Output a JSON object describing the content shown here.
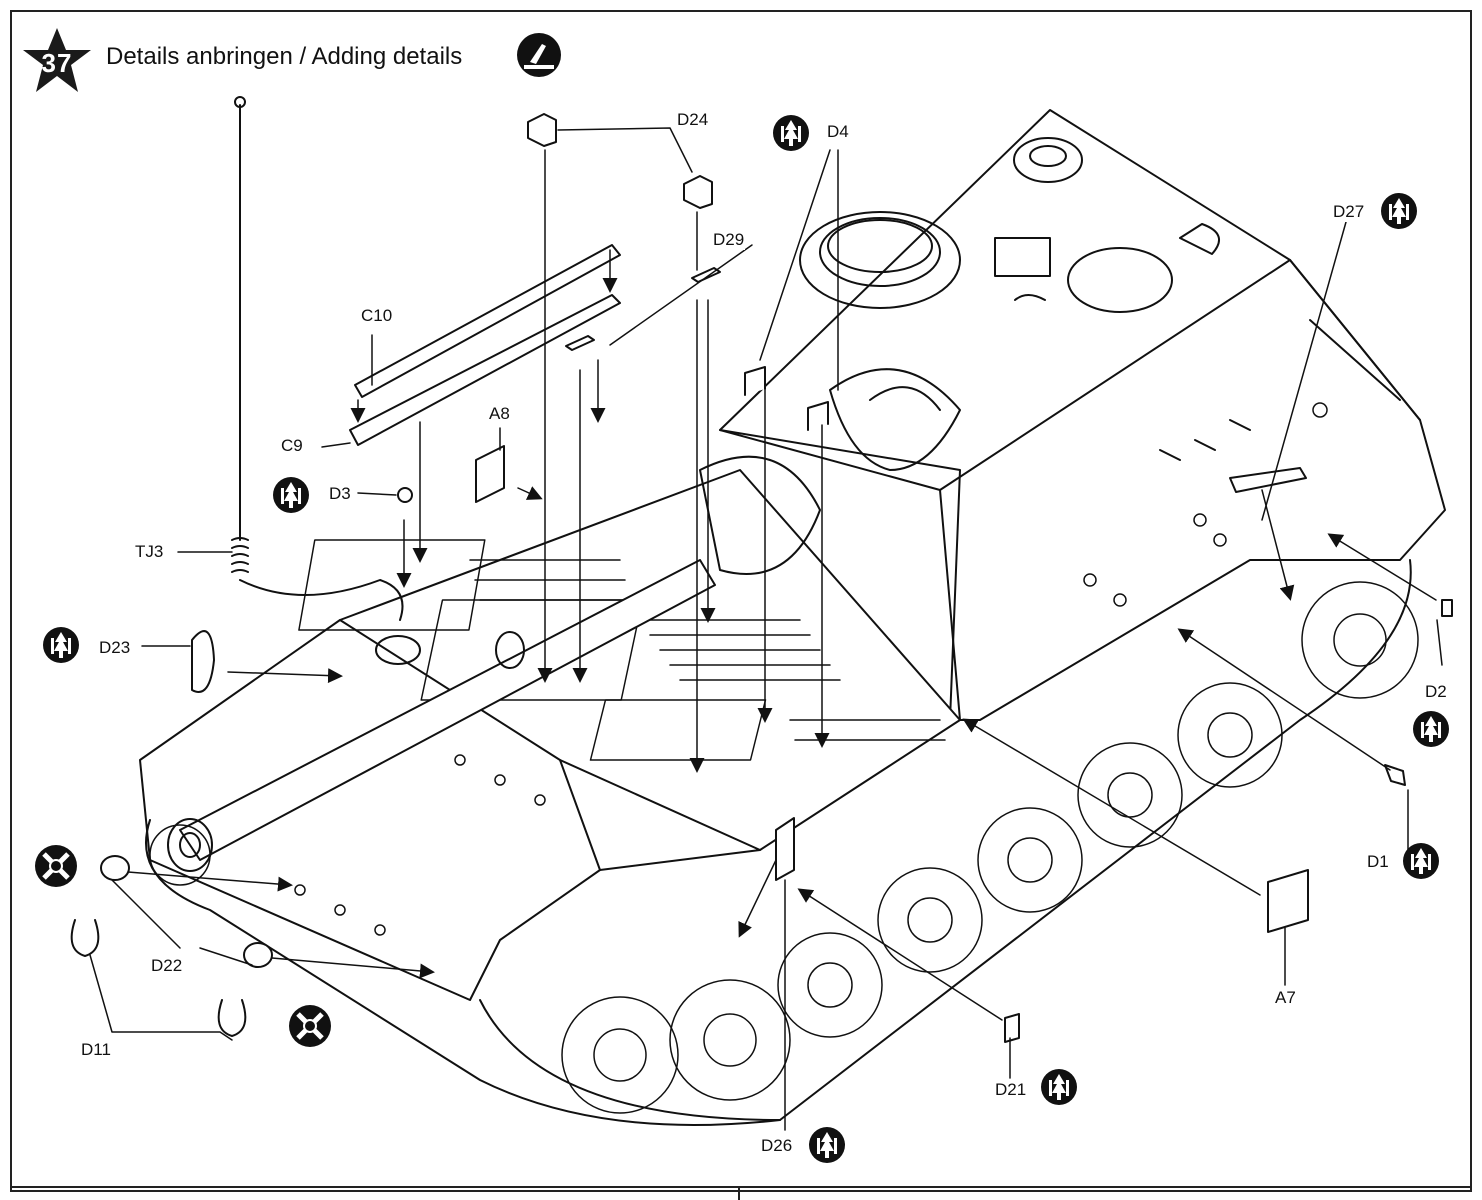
{
  "step": {
    "number": "37",
    "title": "Details anbringen / Adding details"
  },
  "icons": {
    "solvent": "solvent-glue-icon",
    "cement": "cement-tube-icon",
    "no_glue": "no-glue-icon"
  },
  "parts": {
    "d24": "D24",
    "d4": "D4",
    "d27": "D27",
    "d29": "D29",
    "c10": "C10",
    "a8": "A8",
    "c9": "C9",
    "d3": "D3",
    "tj3": "TJ3",
    "d23": "D23",
    "d2": "D2",
    "d1": "D1",
    "a7": "A7",
    "d22": "D22",
    "d11": "D11",
    "d21": "D21",
    "d26": "D26"
  },
  "colors": {
    "ink": "#111111",
    "background": "#ffffff"
  }
}
